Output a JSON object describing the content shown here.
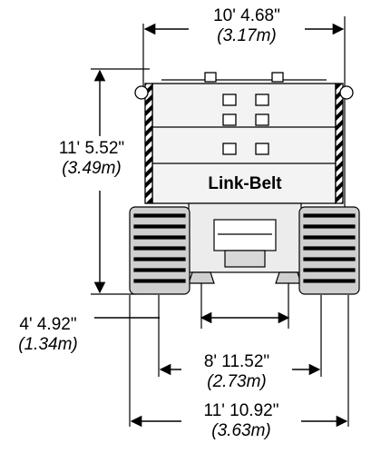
{
  "brand": {
    "text": "Link-Belt"
  },
  "dimensions": {
    "top_width": {
      "imperial": "10' 4.68\"",
      "metric": "(3.17m)"
    },
    "overall_height": {
      "imperial": "11' 5.52\"",
      "metric": "(3.49m)"
    },
    "track_shoe_width": {
      "imperial": "4' 4.92\"",
      "metric": "(1.34m)"
    },
    "track_gauge": {
      "imperial": "8' 11.52\"",
      "metric": "(2.73m)"
    },
    "overall_width": {
      "imperial": "11' 10.92\"",
      "metric": "(3.63m)"
    }
  },
  "colors": {
    "ink": "#000000",
    "background": "#ffffff",
    "track_fill": "#cfcfcf",
    "body_fill": "#f3f3f3"
  }
}
